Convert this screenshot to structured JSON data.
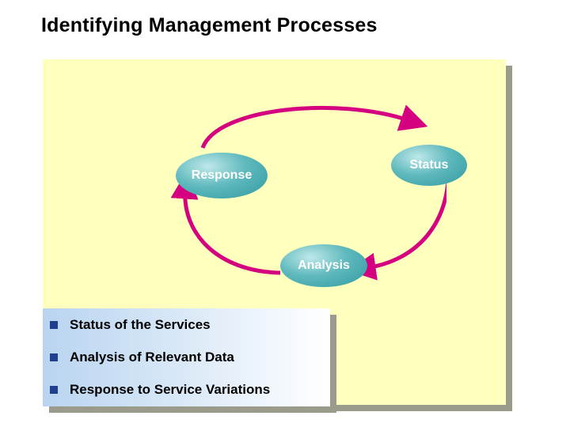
{
  "slide": {
    "title": "Identifying Management Processes",
    "diagram": {
      "type": "cycle",
      "nodes": [
        {
          "id": "status",
          "label": "Status"
        },
        {
          "id": "analysis",
          "label": "Analysis"
        },
        {
          "id": "response",
          "label": "Response"
        }
      ],
      "arrow_color": "#d5007f",
      "node_color": "#3aa0a6"
    },
    "bullets": [
      {
        "text": "Status of the Services"
      },
      {
        "text": "Analysis of Relevant Data"
      },
      {
        "text": "Response to Service Variations"
      }
    ],
    "colors": {
      "panel_background": "#ffffbe",
      "shadow": "#9b9b8c",
      "bullet_marker": "#1f3f8f",
      "bullet_panel_start": "#b9d4f0",
      "bullet_panel_end": "#ffffff"
    }
  }
}
